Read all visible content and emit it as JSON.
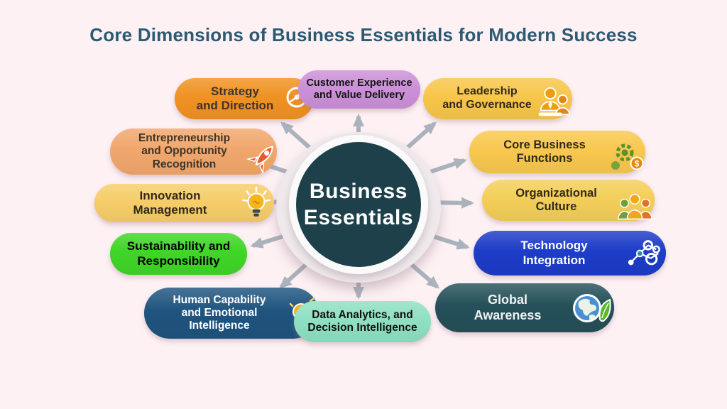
{
  "canvas": {
    "background": "#fdf1f4"
  },
  "title": {
    "text": "Core Dimensions of Business Essentials for Modern Success",
    "color": "#2d5a72"
  },
  "center": {
    "label": "Business\nEssentials",
    "bg": "#1d404b",
    "text_color": "#ffffff"
  },
  "connector": {
    "color": "#aab2bc"
  },
  "nodes": [
    {
      "id": "strategy-direction",
      "label": "Strategy\nand Direction",
      "bg": "#f09222",
      "text_color": "#3e3429",
      "icon": "compass-icon"
    },
    {
      "id": "customer-experience",
      "label": "Customer Experience\nand Value Delivery",
      "bg": "#cc90d8",
      "text_color": "#141414",
      "icon": null
    },
    {
      "id": "leadership-governance",
      "label": "Leadership\nand Governance",
      "bg": "#f7c64a",
      "text_color": "#33291a",
      "icon": "people-icon"
    },
    {
      "id": "entrepreneurship",
      "label": "Entrepreneurship\nand Opportunity\nRecognition",
      "bg": "#f1a76c",
      "text_color": "#3e3429",
      "icon": "rocket-icon"
    },
    {
      "id": "core-business-functions",
      "label": "Core Business\nFunctions",
      "bg": "#f8c84e",
      "text_color": "#33291a",
      "icon": "gears-dollar-icon"
    },
    {
      "id": "innovation-management",
      "label": "Innovation\nManagement",
      "bg": "#f6cd69",
      "text_color": "#33291a",
      "icon": "lightbulb-icon"
    },
    {
      "id": "organizational-culture",
      "label": "Organizational\nCulture",
      "bg": "#f3cf58",
      "text_color": "#33291a",
      "icon": "team-icon"
    },
    {
      "id": "sustainability",
      "label": "Sustainability and\nResponsibility",
      "bg": "#3fd627",
      "text_color": "#000000",
      "icon": null
    },
    {
      "id": "technology-integration",
      "label": "Technology\nIntegration",
      "bg": "#1d3cc8",
      "text_color": "#ffffff",
      "icon": "network-icon"
    },
    {
      "id": "human-capability",
      "label": "Human Capability\nand Emotional\nIntelligence",
      "bg": "#1f547f",
      "text_color": "#ffffff",
      "icon": "bulb-spark-icon"
    },
    {
      "id": "data-analytics",
      "label": "Data Analytics, and\nDecision Intelligence",
      "bg": "#8fe0c2",
      "text_color": "#101010",
      "icon": null
    },
    {
      "id": "global-awareness",
      "label": "Global\nAwareness",
      "bg": "#255059",
      "text_color": "#eef3f2",
      "icon": "globe-leaf-icon"
    }
  ]
}
